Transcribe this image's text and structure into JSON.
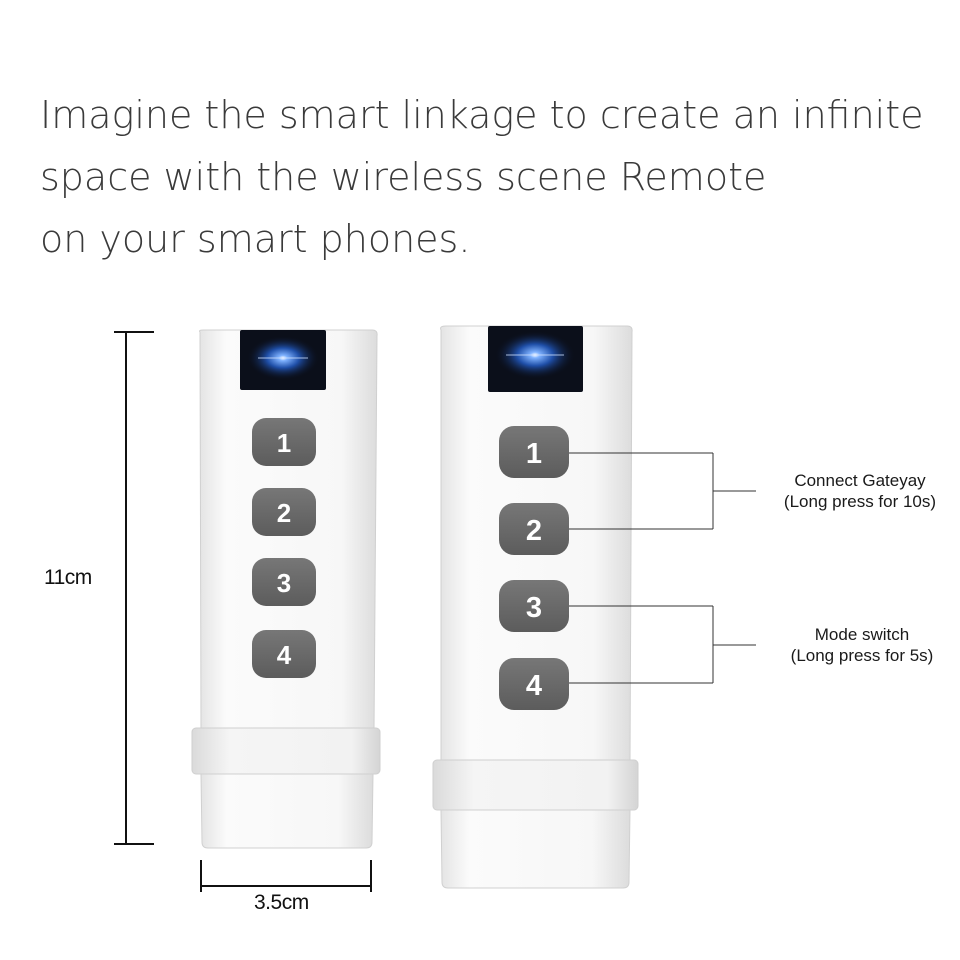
{
  "headline": {
    "line1": "Imagine the smart linkage to create an infinite",
    "line2": "space with the wireless scene Remote",
    "line3": "on your smart phones."
  },
  "dimensions": {
    "height_label": "11cm",
    "width_label": "3.5cm"
  },
  "remote": {
    "buttons": [
      "1",
      "2",
      "3",
      "4"
    ],
    "body_color": "#f4f4f4",
    "button_color": "#6a6a6a",
    "led_color": "#3a7dff"
  },
  "annotations": {
    "connect_title": "Connect Gateyay",
    "connect_detail": "(Long press for 10s)",
    "mode_title": "Mode switch",
    "mode_detail": "(Long press for 5s)"
  }
}
